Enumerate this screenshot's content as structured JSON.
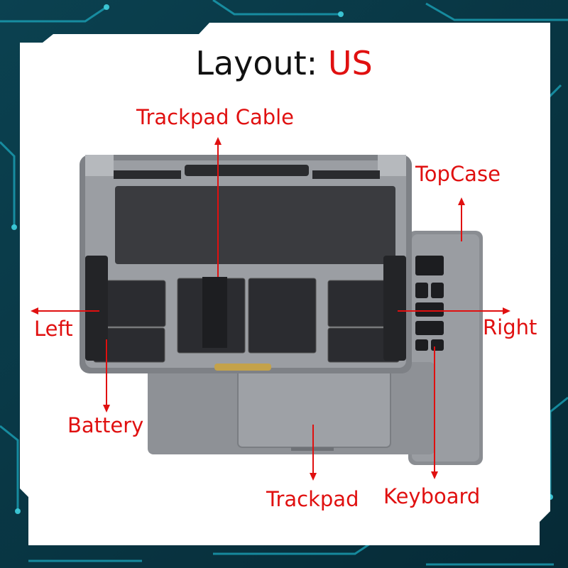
{
  "title": {
    "prefix": "Layout:",
    "accent": "US"
  },
  "labels": {
    "trackpad_cable": "Trackpad Cable",
    "topcase": "TopCase",
    "left": "Left",
    "right": "Right",
    "battery": "Battery",
    "trackpad": "Trackpad",
    "keyboard": "Keyboard"
  },
  "colors": {
    "label": "#e01010",
    "panel": "#ffffff",
    "circuit": "#0f5a6a"
  }
}
